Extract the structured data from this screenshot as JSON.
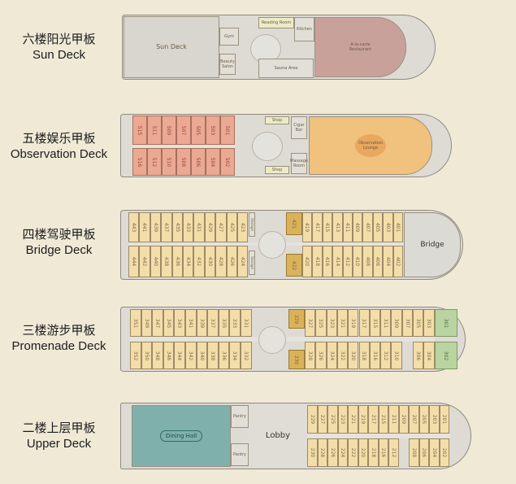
{
  "decks": [
    {
      "cn": "六楼阳光甲板",
      "en": "Sun Deck",
      "rooms": {
        "sun_deck": "Sun Deck",
        "gym": "Gym",
        "reading": "Reading Room",
        "kitchen": "Kitchen",
        "beauty": "Beauty Salon",
        "sauna": "Sauna Area",
        "restaurant": "A-la-carte Restaurant"
      }
    },
    {
      "cn": "五楼娱乐甲板",
      "en": "Observation Deck",
      "rooms": {
        "shop1": "Shop",
        "shop2": "Shop",
        "cigar": "Cigar Bar",
        "massage": "Massage Room",
        "lounge": "Observation Lounge"
      },
      "cabins_top": [
        "515",
        "511",
        "509",
        "507",
        "505",
        "503",
        "501"
      ],
      "cabins_bottom": [
        "516",
        "512",
        "510",
        "508",
        "506",
        "504",
        "502"
      ]
    },
    {
      "cn": "四楼驾驶甲板",
      "en": "Bridge Deck",
      "rooms": {
        "bridge": "Bridge",
        "storage1": "Storage",
        "storage2": "Storage"
      },
      "cabins_top_left": [
        "443",
        "441",
        "439",
        "437",
        "435",
        "433",
        "431",
        "429",
        "427",
        "425",
        "423"
      ],
      "suite_top": "421",
      "cabins_top_right": [
        "419",
        "417",
        "415",
        "413",
        "411",
        "409",
        "407",
        "405",
        "403",
        "401"
      ],
      "cabins_bottom_left": [
        "444",
        "442",
        "440",
        "438",
        "436",
        "434",
        "432",
        "430",
        "428",
        "426",
        "424"
      ],
      "suite_bottom": "422",
      "cabins_bottom_right": [
        "420",
        "418",
        "416",
        "414",
        "412",
        "410",
        "408",
        "406",
        "404",
        "402"
      ]
    },
    {
      "cn": "三楼游步甲板",
      "en": "Promenade Deck",
      "cabins_top_left": [
        "351",
        "349",
        "347",
        "345",
        "343",
        "341",
        "339",
        "337",
        "335",
        "333",
        "331"
      ],
      "suite_top": "329",
      "cabins_top_right": [
        "327",
        "325",
        "323",
        "321",
        "319",
        "317",
        "315",
        "311",
        "309",
        "307",
        "305",
        "303"
      ],
      "bow_top": "301",
      "cabins_bottom_left": [
        "352",
        "350",
        "348",
        "346",
        "344",
        "342",
        "340",
        "338",
        "336",
        "334",
        "332"
      ],
      "suite_bottom": "330",
      "cabins_bottom_right": [
        "328",
        "326",
        "324",
        "322",
        "320",
        "318",
        "316",
        "312",
        "310",
        "306",
        "304"
      ],
      "bow_bottom": "302"
    },
    {
      "cn": "二楼上层甲板",
      "en": "Upper Deck",
      "rooms": {
        "dining": "Dining Hall",
        "lobby": "Lobby",
        "pantry1": "Pantry",
        "pantry2": "Pantry"
      },
      "cabins_top": [
        "229",
        "227",
        "225",
        "223",
        "221",
        "219",
        "217",
        "215",
        "211",
        "209",
        "207",
        "205",
        "203",
        "201"
      ],
      "cabins_bottom": [
        "230",
        "228",
        "226",
        "224",
        "222",
        "220",
        "218",
        "216",
        "212",
        "208",
        "206",
        "204",
        "202"
      ]
    }
  ],
  "colors": {
    "background": "#efe9d6",
    "cabin": "#f3deaa",
    "cabin_red": "#eba892",
    "suite": "#d9b25a",
    "bow_suite": "#b9d4a0",
    "restaurant": "#c9a19b",
    "lounge": "#f0c27e",
    "dining": "#7fb0ac"
  }
}
